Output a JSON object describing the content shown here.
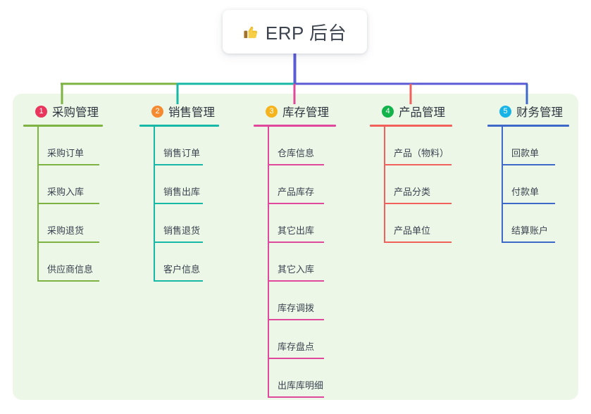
{
  "root": {
    "title": "ERP 后台",
    "icon": "thumbs-up-icon"
  },
  "theme": {
    "page_background": "#ffffff",
    "panel_background": "#edf7e7",
    "card_background": "#ffffff",
    "title_color": "#3d4450",
    "label_color": "#3b4350"
  },
  "bus": {
    "segment_colors": [
      "#7cb342",
      "#17b8a6",
      "#5b5bd6",
      "#5b5bd6"
    ],
    "drop_colors": [
      "#7cb342",
      "#17b8a6",
      "#e0499b",
      "#f2605c",
      "#3f69c8"
    ],
    "stem_color": "#5b5bd6"
  },
  "columns": [
    {
      "number": "1",
      "label": "采购管理",
      "badge_color": "#e8365d",
      "accent": "#7cb342",
      "items": [
        "采购订单",
        "采购入库",
        "采购退货",
        "供应商信息"
      ]
    },
    {
      "number": "2",
      "label": "销售管理",
      "badge_color": "#f58a31",
      "accent": "#17b8a6",
      "items": [
        "销售订单",
        "销售出库",
        "销售退货",
        "客户信息"
      ]
    },
    {
      "number": "3",
      "label": "库存管理",
      "badge_color": "#f5b41d",
      "accent": "#e0499b",
      "items": [
        "仓库信息",
        "产品库存",
        "其它出库",
        "其它入库",
        "库存调拨",
        "库存盘点",
        "出库库明细"
      ]
    },
    {
      "number": "4",
      "label": "产品管理",
      "badge_color": "#12b34a",
      "accent": "#f2605c",
      "items": [
        "产品（物料）",
        "产品分类",
        "产品单位"
      ]
    },
    {
      "number": "5",
      "label": "财务管理",
      "badge_color": "#18b4e8",
      "accent": "#3f69c8",
      "items": [
        "回款单",
        "付款单",
        "结算账户"
      ]
    }
  ]
}
